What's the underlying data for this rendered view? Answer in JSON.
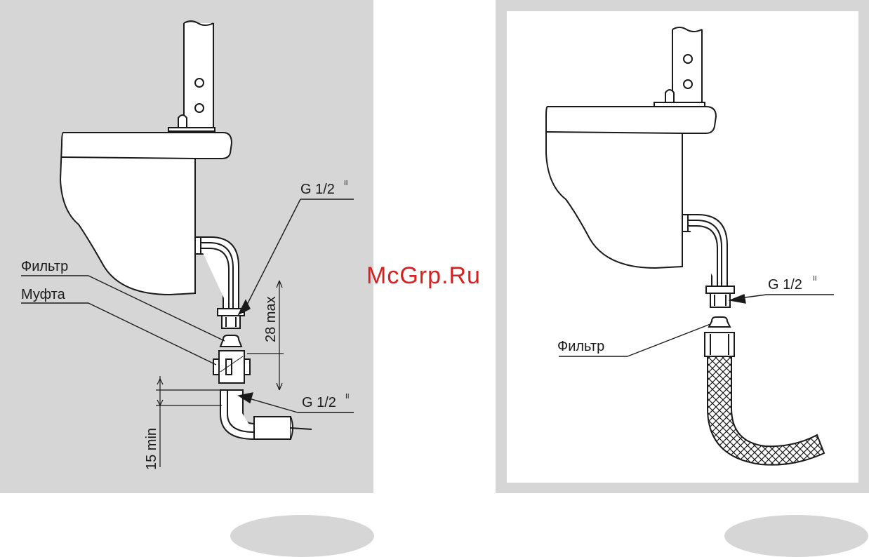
{
  "colors": {
    "panel_gray": "#d6d6d6",
    "line": "#1a1a1a",
    "watermark": "#d92020"
  },
  "watermark": "McGrp.Ru",
  "left_diagram": {
    "label_filter": "Фильтр",
    "label_coupling": "Муфта",
    "label_thread_top": "G 1/2",
    "label_thread_bottom": "G 1/2",
    "thread_mark": "II",
    "dim_max": "28 max",
    "dim_min": "15 min"
  },
  "right_diagram": {
    "label_thread": "G 1/2",
    "thread_mark": "II",
    "label_filter": "Фильтр"
  }
}
